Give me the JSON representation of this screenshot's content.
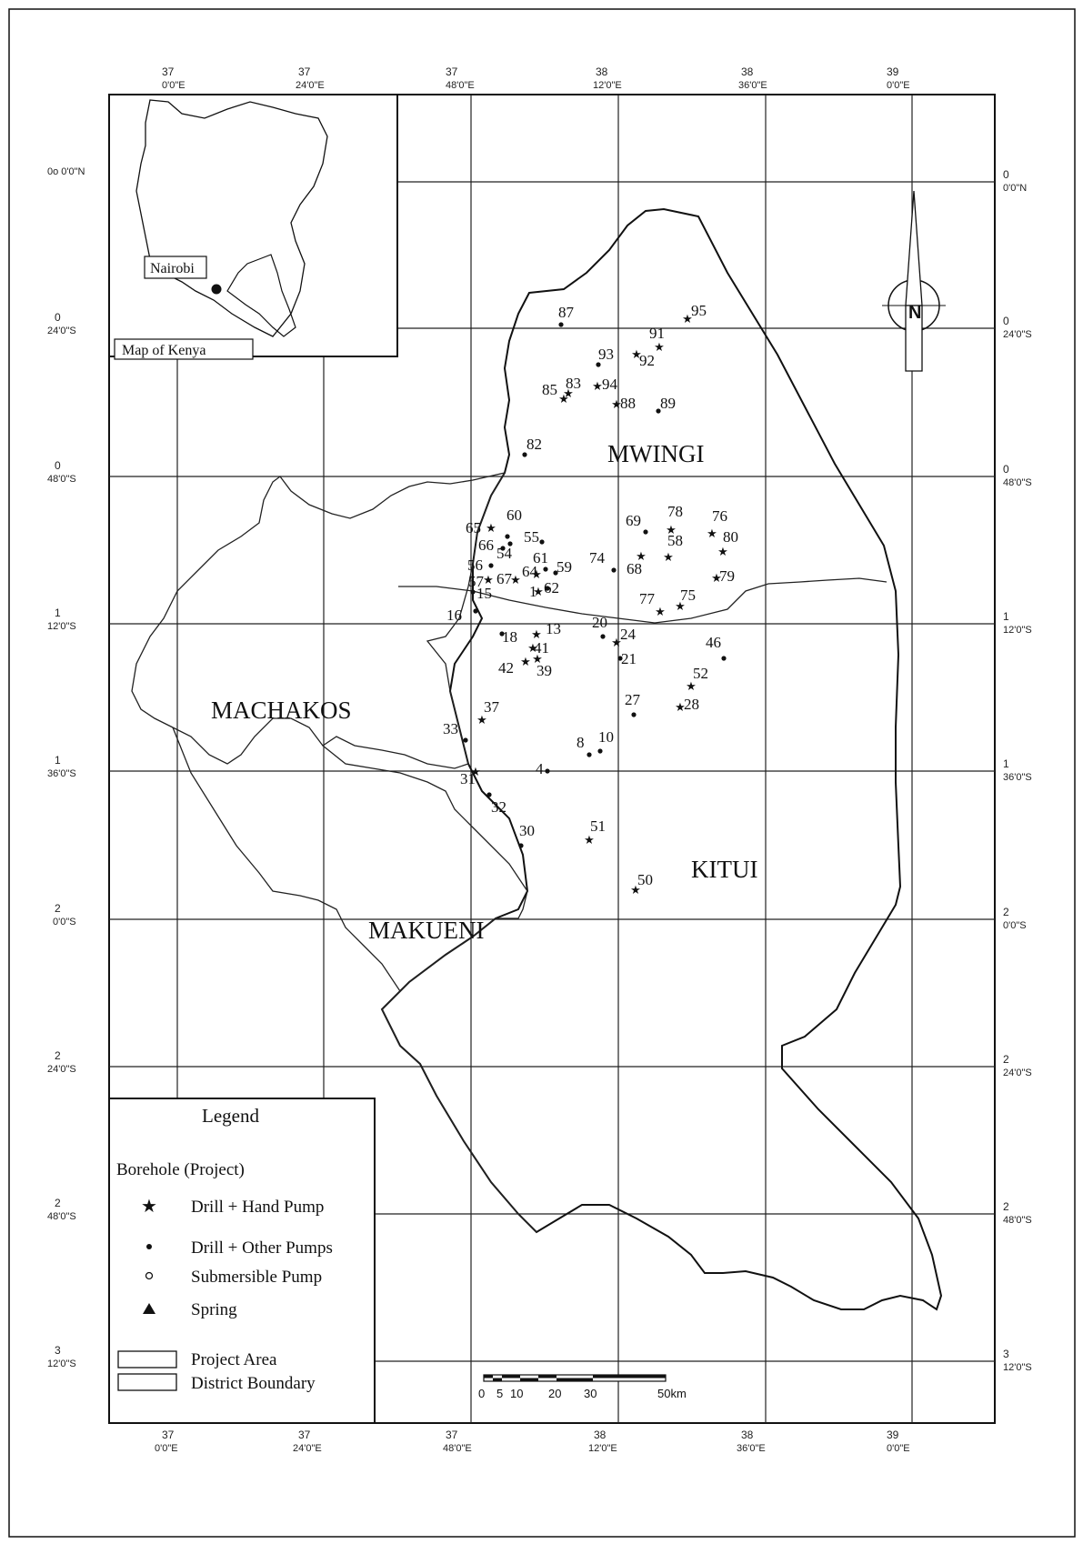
{
  "map": {
    "regions": [
      {
        "id": "mwingi",
        "label": "MWINGI"
      },
      {
        "id": "machakos",
        "label": "MACHAKOS"
      },
      {
        "id": "makueni",
        "label": "MAKUENI"
      },
      {
        "id": "kitui",
        "label": "KITUI"
      }
    ],
    "north_arrow_label": "N",
    "top_lon_labels": [
      {
        "deg": "37",
        "min": "0'0\"E"
      },
      {
        "deg": "37",
        "min": "24'0\"E"
      },
      {
        "deg": "37",
        "min": "48'0\"E"
      },
      {
        "deg": "38",
        "min": "12'0\"E"
      },
      {
        "deg": "38",
        "min": "36'0\"E"
      },
      {
        "deg": "39",
        "min": "0'0\"E"
      }
    ],
    "bottom_lon_labels": [
      {
        "deg": "37",
        "min": "0'0\"E"
      },
      {
        "deg": "37",
        "min": "24'0\"E"
      },
      {
        "deg": "37",
        "min": "48'0\"E"
      },
      {
        "deg": "38",
        "min": "12'0\"E"
      },
      {
        "deg": "38",
        "min": "36'0\"E"
      },
      {
        "deg": "39",
        "min": "0'0\"E"
      }
    ],
    "left_lat_labels": [
      {
        "deg": "",
        "min": "0o 0'0\"N"
      },
      {
        "deg": "0",
        "min": "24'0\"S"
      },
      {
        "deg": "0",
        "min": "48'0\"S"
      },
      {
        "deg": "1",
        "min": "12'0\"S"
      },
      {
        "deg": "1",
        "min": "36'0\"S"
      },
      {
        "deg": "2",
        "min": "0'0\"S"
      },
      {
        "deg": "2",
        "min": "24'0\"S"
      },
      {
        "deg": "2",
        "min": "48'0\"S"
      },
      {
        "deg": "3",
        "min": "12'0\"S"
      }
    ],
    "right_lat_labels": [
      {
        "deg": "0",
        "min": "0'0\"N"
      },
      {
        "deg": "0",
        "min": "24'0\"S"
      },
      {
        "deg": "0",
        "min": "48'0\"S"
      },
      {
        "deg": "1",
        "min": "12'0\"S"
      },
      {
        "deg": "1",
        "min": "36'0\"S"
      },
      {
        "deg": "2",
        "min": "0'0\"S"
      },
      {
        "deg": "2",
        "min": "24'0\"S"
      },
      {
        "deg": "2",
        "min": "48'0\"S"
      },
      {
        "deg": "3",
        "min": "12'0\"S"
      }
    ],
    "sites": [
      {
        "label": "95",
        "type": "star"
      },
      {
        "label": "87",
        "type": "dot"
      },
      {
        "label": "91",
        "type": "star"
      },
      {
        "label": "93",
        "type": "dot"
      },
      {
        "label": "92",
        "type": "star"
      },
      {
        "label": "85",
        "type": "star"
      },
      {
        "label": "83",
        "type": "star"
      },
      {
        "label": "94",
        "type": "star"
      },
      {
        "label": "88",
        "type": "star"
      },
      {
        "label": "89",
        "type": "dot"
      },
      {
        "label": "82",
        "type": "dot"
      },
      {
        "label": "65",
        "type": "star"
      },
      {
        "label": "60",
        "type": "dot"
      },
      {
        "label": "66",
        "type": "dot"
      },
      {
        "label": "55",
        "type": "dot"
      },
      {
        "label": "54",
        "type": "dot"
      },
      {
        "label": "56",
        "type": "dot"
      },
      {
        "label": "61",
        "type": "dot"
      },
      {
        "label": "59",
        "type": "dot"
      },
      {
        "label": "57",
        "type": "star"
      },
      {
        "label": "67",
        "type": "star"
      },
      {
        "label": "64",
        "type": "star"
      },
      {
        "label": "15",
        "type": "dot"
      },
      {
        "label": "1",
        "type": "star"
      },
      {
        "label": "62",
        "type": "dot"
      },
      {
        "label": "16",
        "type": "dot"
      },
      {
        "label": "69",
        "type": "dot"
      },
      {
        "label": "78",
        "type": "star"
      },
      {
        "label": "76",
        "type": "star"
      },
      {
        "label": "58",
        "type": "star"
      },
      {
        "label": "80",
        "type": "star"
      },
      {
        "label": "74",
        "type": "dot"
      },
      {
        "label": "68",
        "type": "star"
      },
      {
        "label": "79",
        "type": "star"
      },
      {
        "label": "77",
        "type": "star"
      },
      {
        "label": "75",
        "type": "star"
      },
      {
        "label": "18",
        "type": "dot"
      },
      {
        "label": "13",
        "type": "star"
      },
      {
        "label": "20",
        "type": "dot"
      },
      {
        "label": "24",
        "type": "star"
      },
      {
        "label": "41",
        "type": "star"
      },
      {
        "label": "21",
        "type": "dot"
      },
      {
        "label": "42",
        "type": "star"
      },
      {
        "label": "39",
        "type": "star"
      },
      {
        "label": "46",
        "type": "dot"
      },
      {
        "label": "52",
        "type": "star"
      },
      {
        "label": "27",
        "type": "dot"
      },
      {
        "label": "28",
        "type": "star"
      },
      {
        "label": "37",
        "type": "star"
      },
      {
        "label": "33",
        "type": "dot"
      },
      {
        "label": "10",
        "type": "dot"
      },
      {
        "label": "8",
        "type": "dot"
      },
      {
        "label": "4",
        "type": "dot"
      },
      {
        "label": "31",
        "type": "star"
      },
      {
        "label": "32",
        "type": "dot"
      },
      {
        "label": "30",
        "type": "dot"
      },
      {
        "label": "51",
        "type": "star"
      },
      {
        "label": "50",
        "type": "star"
      }
    ]
  },
  "inset": {
    "label": "Nairobi",
    "caption": "Map of Kenya"
  },
  "legend": {
    "title": "Legend",
    "section_title": "Borehole (Project)",
    "items": [
      {
        "symbol": "star",
        "label": "Drill + Hand Pump"
      },
      {
        "symbol": "dot",
        "label": "Drill + Other Pumps"
      },
      {
        "symbol": "circle",
        "label": "Submersible Pump"
      },
      {
        "symbol": "triangle",
        "label": "Spring"
      },
      {
        "symbol": "box",
        "label": "Project Area"
      },
      {
        "symbol": "box",
        "label": "District Boundary"
      }
    ]
  },
  "scale_bar": {
    "ticks": [
      "0",
      "5",
      "10",
      "20",
      "30",
      "50km"
    ]
  }
}
